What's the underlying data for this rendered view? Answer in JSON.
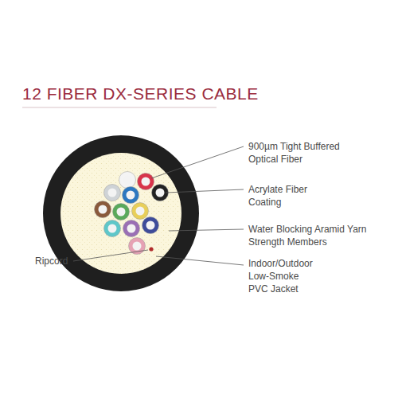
{
  "diagram": {
    "title": "12 FIBER DX-SERIES CABLE",
    "labels": [
      "900µm Tight Buffered Optical Fiber",
      "Acrylate Fiber Coating",
      "Water Blocking Aramid Yarn Strength Members",
      "Indoor/Outdoor Low-Smoke PVC Jacket",
      "Ripcord"
    ]
  }
}
